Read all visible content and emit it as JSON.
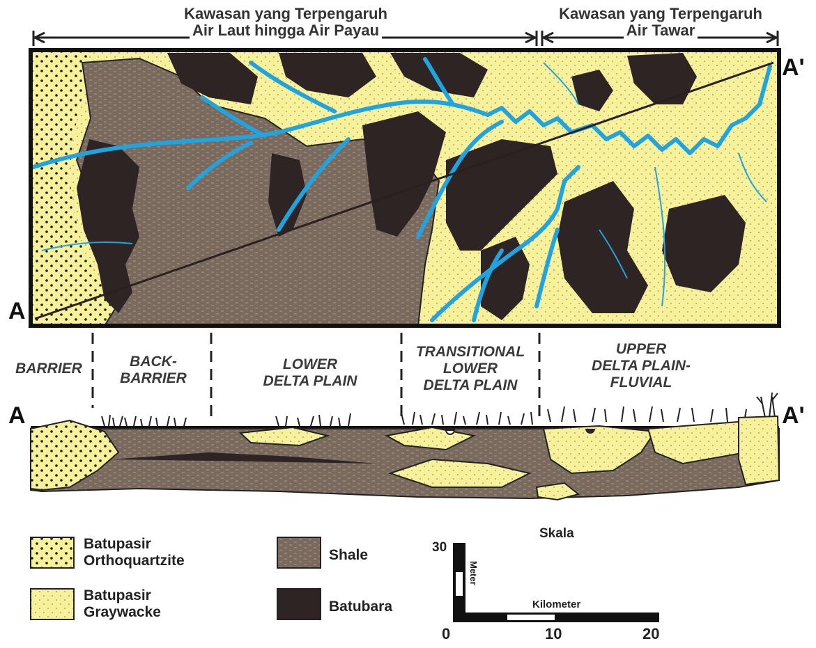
{
  "zones": {
    "marine": {
      "line1": "Kawasan yang Terpengaruh",
      "line2": "Air Laut hingga Air Payau"
    },
    "fresh": {
      "line1": "Kawasan yang Terpengaruh",
      "line2": "Air Tawar"
    }
  },
  "section_points": {
    "start": "A",
    "end": "A'"
  },
  "environments": [
    {
      "line1": "BARRIER",
      "line2": "",
      "line3": ""
    },
    {
      "line1": "BACK-",
      "line2": "BARRIER",
      "line3": ""
    },
    {
      "line1": "LOWER",
      "line2": "DELTA PLAIN",
      "line3": ""
    },
    {
      "line1": "TRANSITIONAL",
      "line2": "LOWER",
      "line3": "DELTA PLAIN"
    },
    {
      "line1": "UPPER",
      "line2": "DELTA PLAIN-",
      "line3": "FLUVIAL"
    }
  ],
  "legend": {
    "orthoquartzite": {
      "line1": "Batupasir",
      "line2": "Orthoquartzite"
    },
    "graywacke": {
      "line1": "Batupasir",
      "line2": "Graywacke"
    },
    "shale": "Shale",
    "coal": "Batubara"
  },
  "scale": {
    "title": "Skala",
    "vertical_unit": "Meter",
    "vertical_max": "30",
    "horizontal_unit": "Kilometer",
    "ticks": [
      "0",
      "10",
      "20"
    ]
  },
  "colors": {
    "sand": "#f7f19b",
    "shale": "#7a6a5e",
    "coal": "#2e2424",
    "channel": "#20a4e0"
  }
}
